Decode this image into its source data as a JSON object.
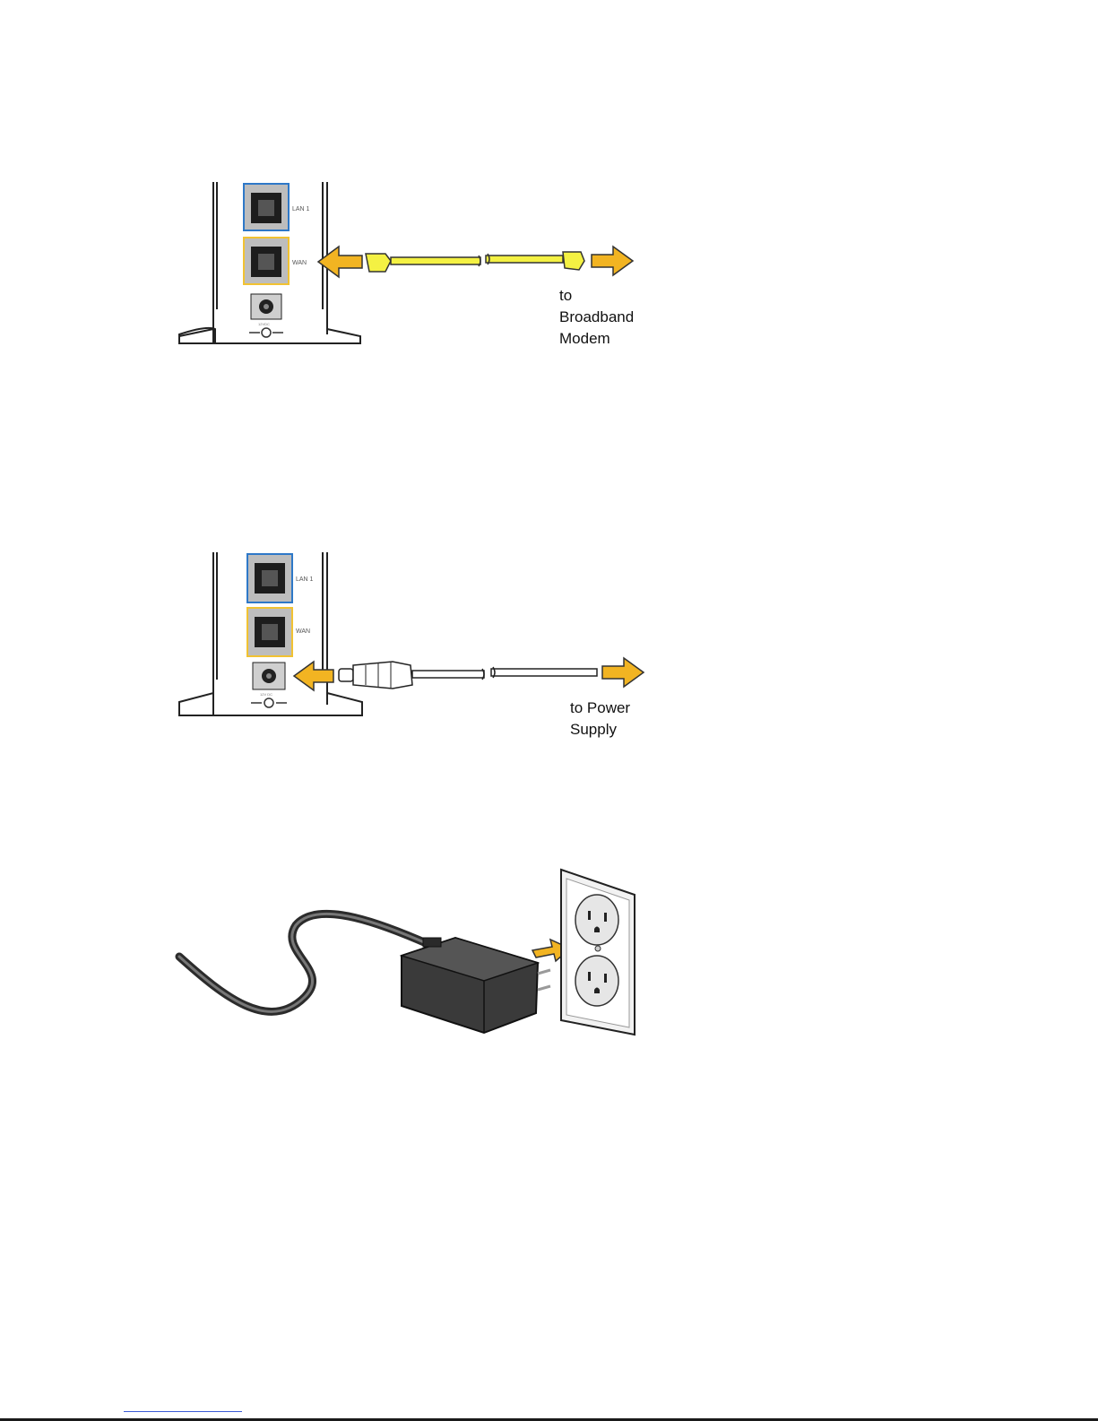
{
  "figures": [
    {
      "id": "wan-connection",
      "ports": {
        "lan": "LAN 1",
        "wan": "WAN",
        "power": "12VDC"
      },
      "callout": "to\nBroadband\nModem"
    },
    {
      "id": "power-connection",
      "ports": {
        "lan": "LAN 1",
        "wan": "WAN",
        "power": "12V DC"
      },
      "callout": "to Power\nSupply"
    },
    {
      "id": "wall-outlet"
    }
  ],
  "colors": {
    "cable_yellow": "#f4f143",
    "arrow_orange": "#f2b422",
    "lan_border": "#2e78c8",
    "wan_border": "#f1c232",
    "adapter_dark": "#3a3a3a"
  }
}
